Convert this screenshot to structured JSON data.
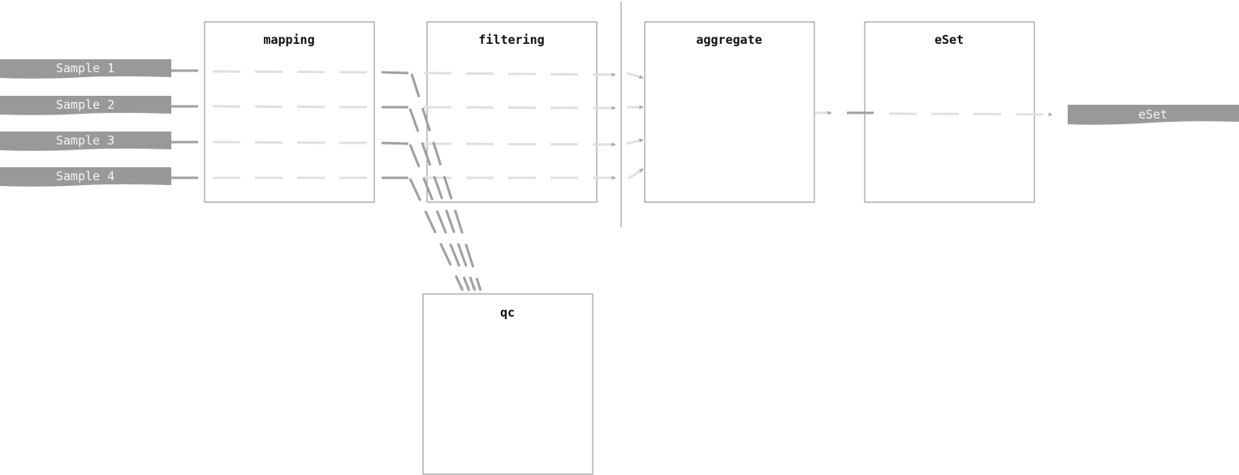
{
  "steps": [
    {
      "label": "mapping"
    },
    {
      "label": "filtering"
    },
    {
      "label": "aggregate"
    },
    {
      "label": "eSet"
    },
    {
      "label": "qc"
    }
  ],
  "samples": [
    {
      "label": "Sample 1"
    },
    {
      "label": "Sample 2"
    },
    {
      "label": "Sample 3"
    },
    {
      "label": "Sample 4"
    }
  ],
  "output": {
    "label": "eSet"
  },
  "colors": {
    "box_border": "#8a8a8a",
    "sample_fill": "#999999",
    "sample_text": "#f4f4f4",
    "arrow_dark": "#a0a0a0",
    "arrow_light": "#e0e0e0",
    "arrow_head": "#aaaaaa",
    "divider": "#888888"
  }
}
